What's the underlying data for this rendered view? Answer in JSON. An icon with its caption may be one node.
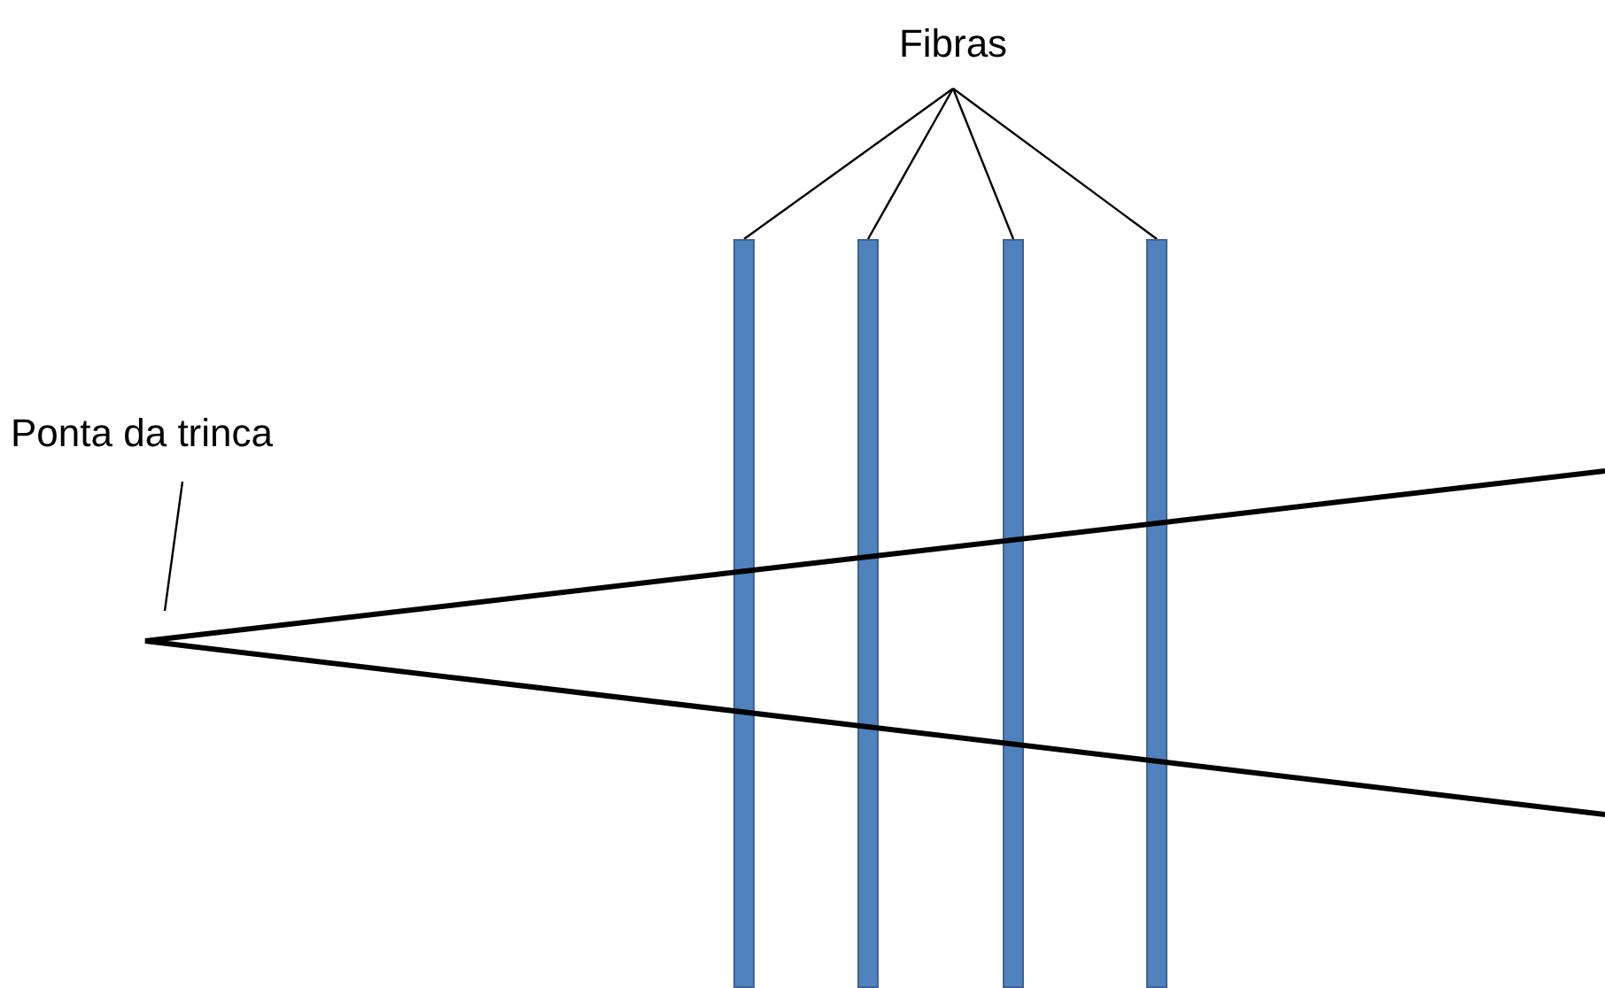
{
  "diagram": {
    "nodes": [
      {
        "text": [
          "Fibras"
        ]
      },
      {
        "text": [],
        "shape": "bar"
      },
      {
        "text": [],
        "shape": "bar"
      },
      {
        "text": [],
        "shape": "bar"
      },
      {
        "text": [],
        "shape": "bar"
      },
      {
        "text": [
          "Ponta da trinca"
        ]
      }
    ],
    "edges": [
      {
        "from": 0,
        "to": 1,
        "arrow": "none"
      },
      {
        "from": 0,
        "to": 2,
        "arrow": "none"
      },
      {
        "from": 0,
        "to": 3,
        "arrow": "none"
      },
      {
        "from": 0,
        "to": 4,
        "arrow": "none"
      },
      {
        "from": 5,
        "to": null,
        "arrow": "none"
      }
    ]
  }
}
